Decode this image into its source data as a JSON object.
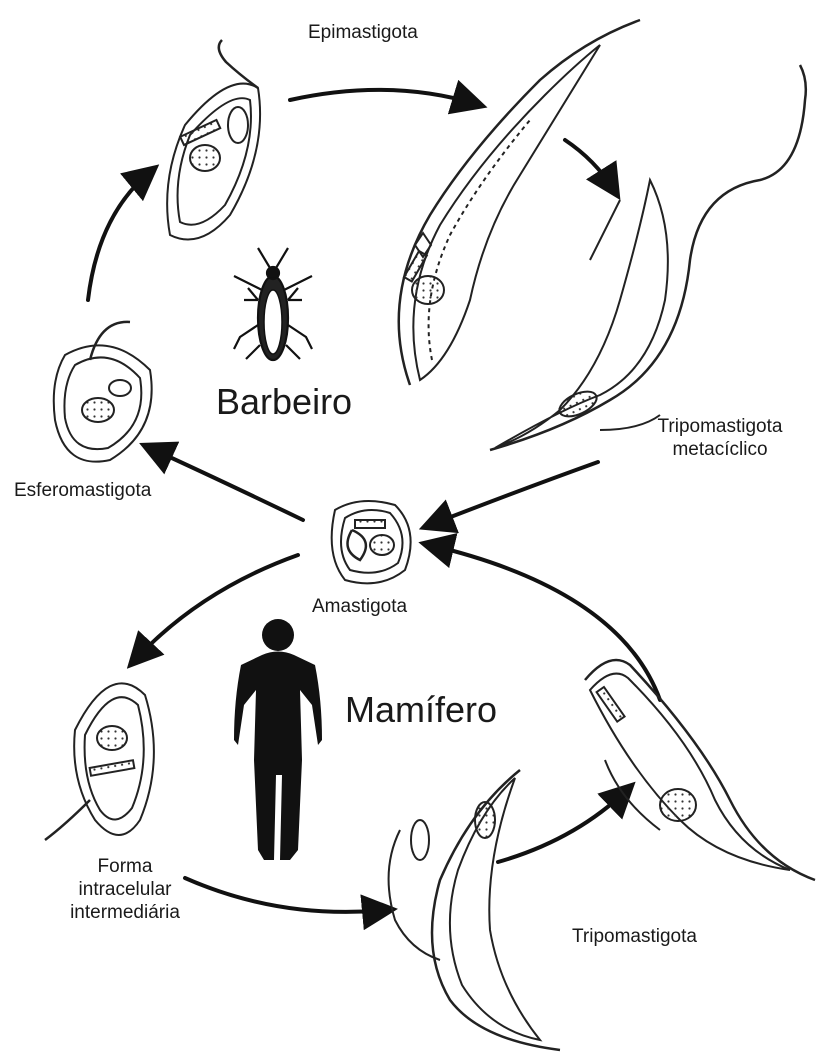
{
  "hosts": {
    "insect": "Barbeiro",
    "mammal": "Mamífero"
  },
  "stages": {
    "epimastigota": "Epimastigota",
    "tripomastigota_metaciclico": [
      "Tripomastigota",
      "metacíclico"
    ],
    "esferomastigota": "Esferomastigota",
    "amastigota": "Amastigota",
    "forma_intracelular": [
      "Forma",
      "intracelular",
      "intermediária"
    ],
    "tripomastigota": "Tripomastigota"
  },
  "icons": {
    "insect": "kissing-bug-icon",
    "human": "human-silhouette-icon"
  },
  "colors": {
    "ink": "#1a1a1a",
    "background": "#ffffff"
  }
}
